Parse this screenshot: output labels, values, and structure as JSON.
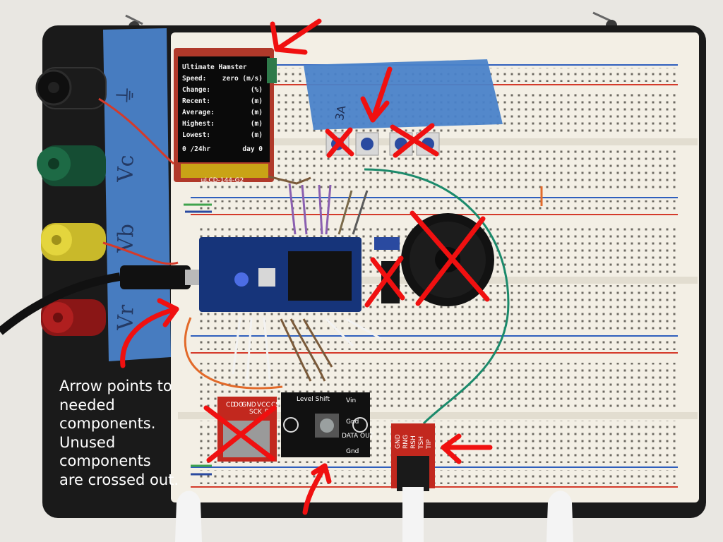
{
  "annotation": {
    "caption": "Arrow points to needed components. Unused components are crossed out."
  },
  "lcd": {
    "lines": [
      {
        "label": "Ultimate Hamster",
        "value": ""
      },
      {
        "label": "Speed:",
        "value": "zero (m/s)"
      },
      {
        "label": "Change:",
        "value": "(%)"
      },
      {
        "label": "Recent:",
        "value": "(m)"
      },
      {
        "label": "Average:",
        "value": "(m)"
      },
      {
        "label": "Highest:",
        "value": "(m)"
      },
      {
        "label": "Lowest:",
        "value": "(m)"
      }
    ],
    "footer_left": "0 /24hr",
    "footer_right": "day 0",
    "module_label": "µLCD-144-G2"
  },
  "tape": {
    "left_labels": [
      "⏚",
      "Vc",
      "Vb",
      "Vr"
    ],
    "top_note": "3A"
  },
  "trs": {
    "pins": [
      "GND",
      "RNG",
      "RSH",
      "TSH",
      "TIP"
    ]
  },
  "sd": {
    "pins": [
      "CD",
      "DO",
      "GND",
      "SCK",
      "VCC",
      "DI",
      "CS"
    ]
  },
  "level": {
    "left_pins": [
      "Vin",
      "Gnd",
      "DATA OUT",
      "Gnd"
    ],
    "name": "Level Shift"
  },
  "colors": {
    "annotation_red": "#f01010",
    "tape_blue": "#4a82c9",
    "board_black": "#1a1a1a"
  }
}
